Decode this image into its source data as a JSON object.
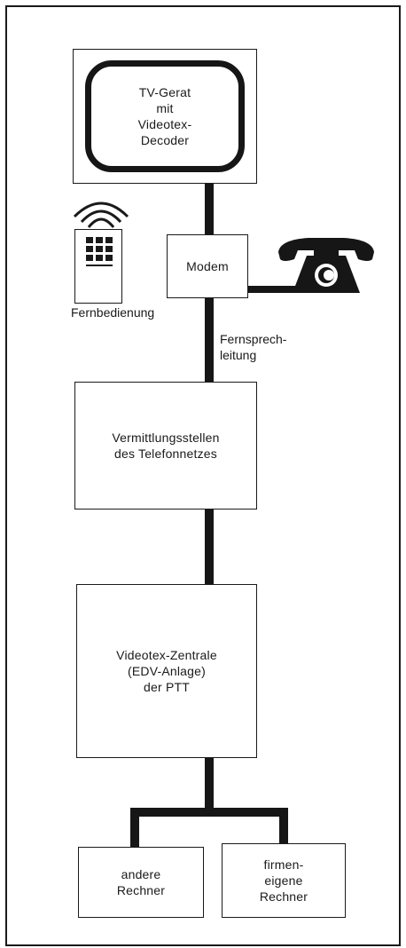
{
  "diagram": {
    "tv": {
      "label": "TV-Gerat\nmit\nVideotex-\nDecoder"
    },
    "remote": {
      "label": "Fernbedienung"
    },
    "modem": {
      "label": "Modem"
    },
    "phone_line": {
      "label": "Fernsprech-\nleitung"
    },
    "exchange": {
      "label": "Vermittlungsstellen\ndes Telefonnetzes"
    },
    "center": {
      "label": "Videotex-Zentrale\n(EDV-Anlage)\nder PTT"
    },
    "other_computers": {
      "label": "andere\nRechner"
    },
    "company_computers": {
      "label": "firmen-\neigene\nRechner"
    }
  }
}
